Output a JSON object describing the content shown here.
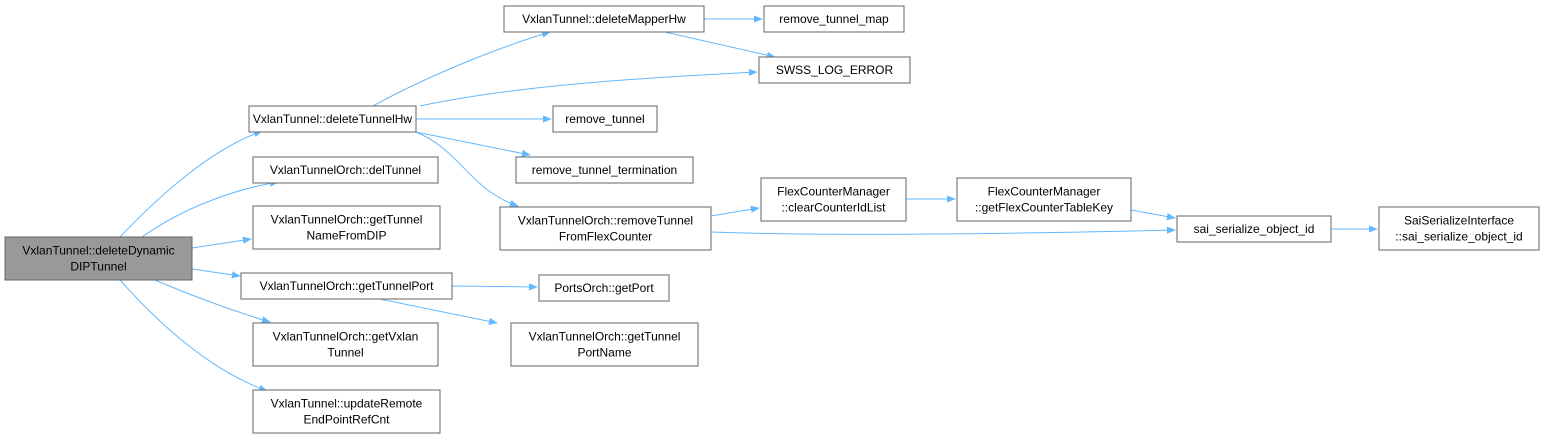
{
  "graph": {
    "nodes": [
      {
        "id": "deleteDynamicDIPTunnel",
        "lines": [
          "VxlanTunnel::deleteDynamic",
          "DIPTunnel"
        ],
        "root": true
      },
      {
        "id": "deleteTunnelHw",
        "lines": [
          "VxlanTunnel::deleteTunnelHw"
        ]
      },
      {
        "id": "delTunnel",
        "lines": [
          "VxlanTunnelOrch::delTunnel"
        ]
      },
      {
        "id": "getTunnelNameFromDIP",
        "lines": [
          "VxlanTunnelOrch::getTunnel",
          "NameFromDIP"
        ]
      },
      {
        "id": "getTunnelPort",
        "lines": [
          "VxlanTunnelOrch::getTunnelPort"
        ]
      },
      {
        "id": "getVxlanTunnel",
        "lines": [
          "VxlanTunnelOrch::getVxlan",
          "Tunnel"
        ]
      },
      {
        "id": "updateRemoteEndPointRefCnt",
        "lines": [
          "VxlanTunnel::updateRemote",
          "EndPointRefCnt"
        ]
      },
      {
        "id": "deleteMapperHw",
        "lines": [
          "VxlanTunnel::deleteMapperHw"
        ]
      },
      {
        "id": "remove_tunnel",
        "lines": [
          "remove_tunnel"
        ]
      },
      {
        "id": "remove_tunnel_termination",
        "lines": [
          "remove_tunnel_termination"
        ]
      },
      {
        "id": "removeTunnelFromFlexCounter",
        "lines": [
          "VxlanTunnelOrch::removeTunnel",
          "FromFlexCounter"
        ]
      },
      {
        "id": "getPort",
        "lines": [
          "PortsOrch::getPort"
        ]
      },
      {
        "id": "getTunnelPortName",
        "lines": [
          "VxlanTunnelOrch::getTunnel",
          "PortName"
        ]
      },
      {
        "id": "remove_tunnel_map",
        "lines": [
          "remove_tunnel_map"
        ]
      },
      {
        "id": "SWSS_LOG_ERROR",
        "lines": [
          "SWSS_LOG_ERROR"
        ]
      },
      {
        "id": "clearCounterIdList",
        "lines": [
          "FlexCounterManager",
          "::clearCounterIdList"
        ]
      },
      {
        "id": "getFlexCounterTableKey",
        "lines": [
          "FlexCounterManager",
          "::getFlexCounterTableKey"
        ]
      },
      {
        "id": "sai_serialize_object_id",
        "lines": [
          "sai_serialize_object_id"
        ]
      },
      {
        "id": "SaiSerializeInterface_sai_serialize_object_id",
        "lines": [
          "SaiSerializeInterface",
          "::sai_serialize_object_id"
        ]
      }
    ],
    "edges": [
      [
        "deleteDynamicDIPTunnel",
        "deleteTunnelHw"
      ],
      [
        "deleteDynamicDIPTunnel",
        "delTunnel"
      ],
      [
        "deleteDynamicDIPTunnel",
        "getTunnelNameFromDIP"
      ],
      [
        "deleteDynamicDIPTunnel",
        "getTunnelPort"
      ],
      [
        "deleteDynamicDIPTunnel",
        "getVxlanTunnel"
      ],
      [
        "deleteDynamicDIPTunnel",
        "updateRemoteEndPointRefCnt"
      ],
      [
        "deleteTunnelHw",
        "deleteMapperHw"
      ],
      [
        "deleteTunnelHw",
        "SWSS_LOG_ERROR"
      ],
      [
        "deleteTunnelHw",
        "remove_tunnel"
      ],
      [
        "deleteTunnelHw",
        "remove_tunnel_termination"
      ],
      [
        "deleteTunnelHw",
        "removeTunnelFromFlexCounter"
      ],
      [
        "deleteMapperHw",
        "remove_tunnel_map"
      ],
      [
        "deleteMapperHw",
        "SWSS_LOG_ERROR"
      ],
      [
        "removeTunnelFromFlexCounter",
        "clearCounterIdList"
      ],
      [
        "removeTunnelFromFlexCounter",
        "sai_serialize_object_id"
      ],
      [
        "clearCounterIdList",
        "getFlexCounterTableKey"
      ],
      [
        "getFlexCounterTableKey",
        "sai_serialize_object_id"
      ],
      [
        "sai_serialize_object_id",
        "SaiSerializeInterface_sai_serialize_object_id"
      ],
      [
        "getTunnelPort",
        "getPort"
      ],
      [
        "getTunnelPort",
        "getTunnelPortName"
      ]
    ]
  }
}
